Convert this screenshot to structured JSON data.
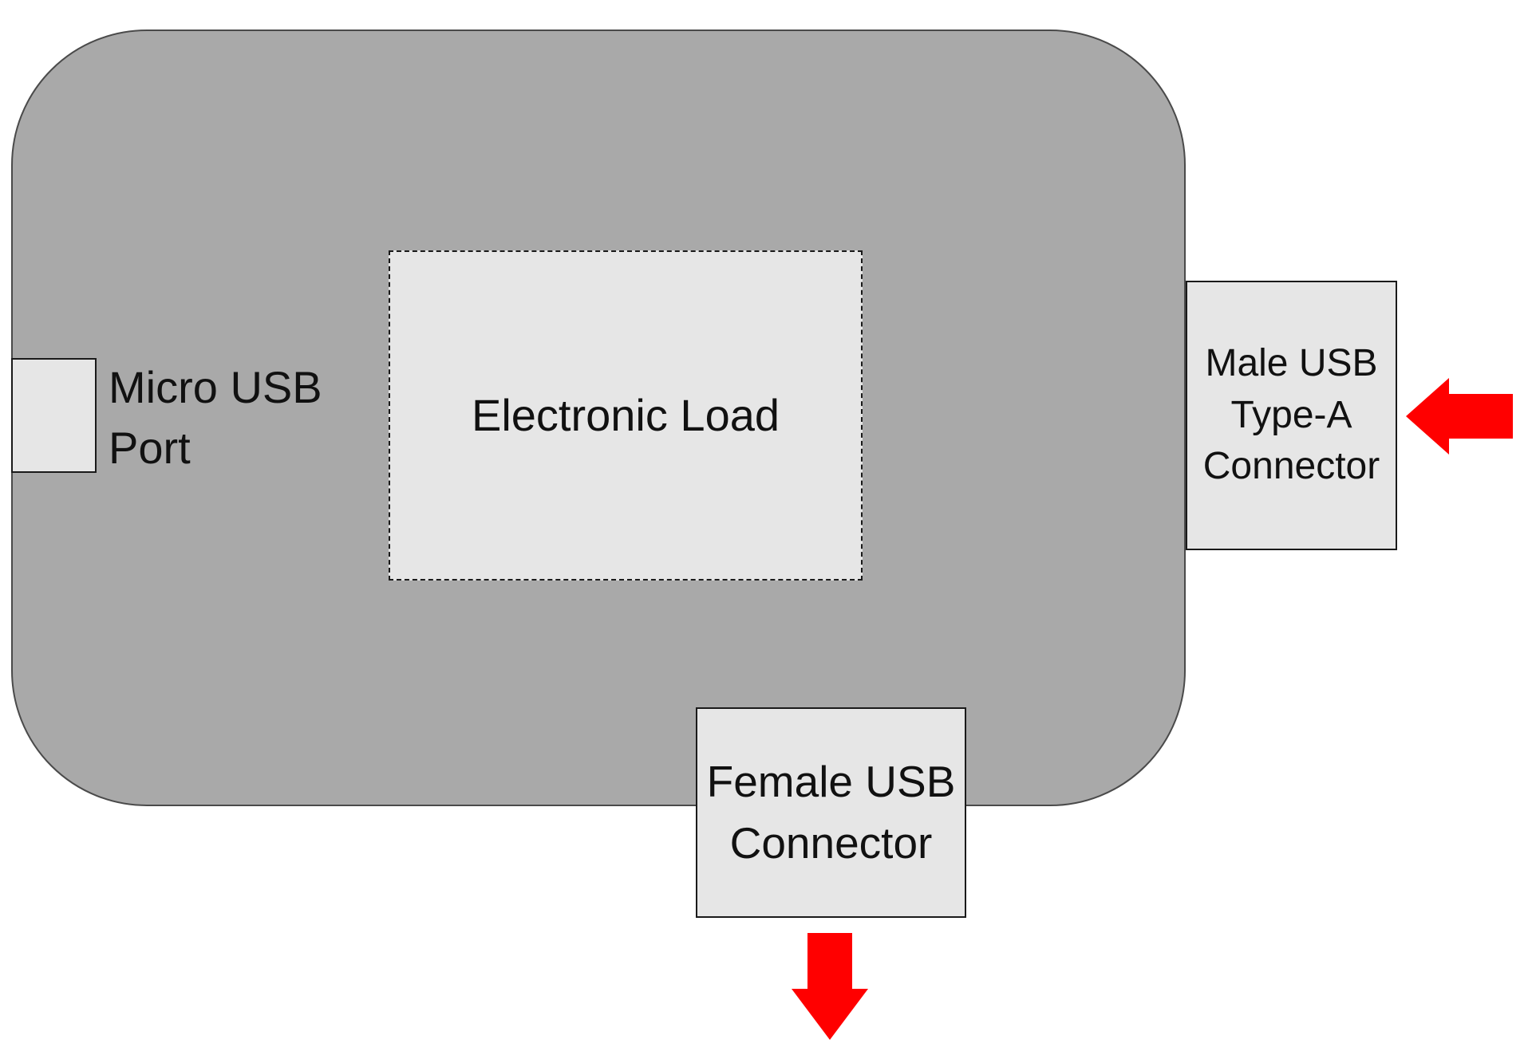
{
  "labels": {
    "micro_usb_line1": "Micro USB",
    "micro_usb_line2": "Port",
    "electronic_load": "Electronic Load",
    "male_line1": "Male USB",
    "male_line2": "Type-A",
    "male_line3": "Connector",
    "female_line1": "Female USB",
    "female_line2": "Connector"
  },
  "colors": {
    "board_fill": "#a9a9a9",
    "component_fill": "#e6e6e6",
    "arrow": "#ff0000",
    "outline": "#1a1a1a"
  },
  "icons": {
    "power_in": "red-arrow-left",
    "power_out": "red-arrow-down"
  }
}
